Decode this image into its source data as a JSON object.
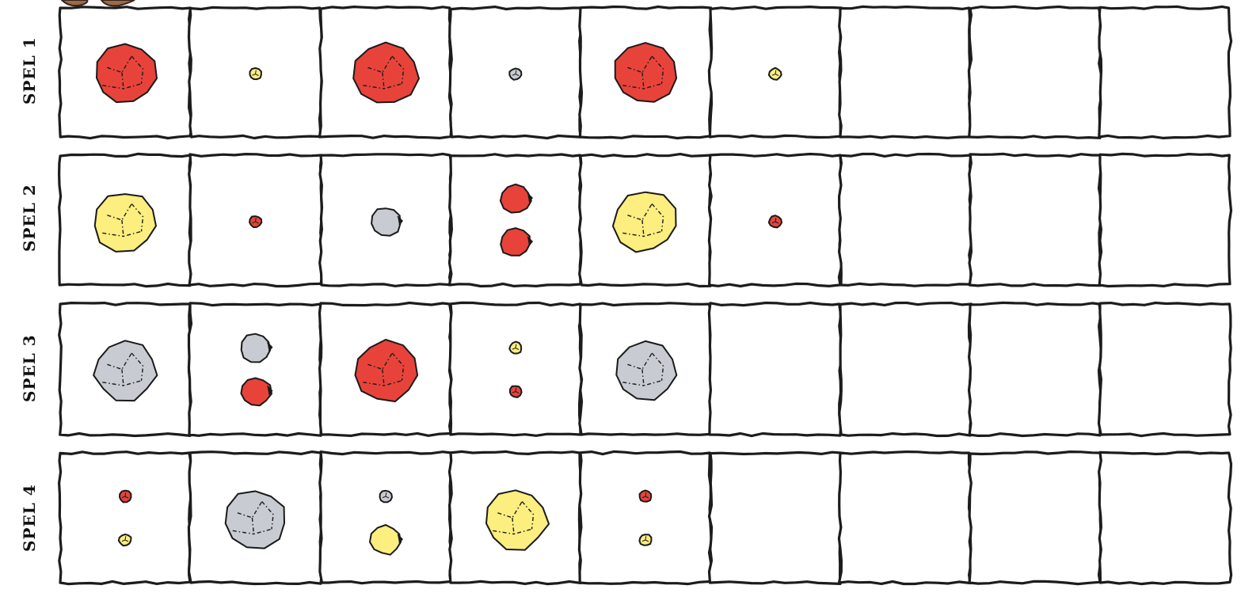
{
  "colors": {
    "red": "#e8433a",
    "yellow": "#fcee7f",
    "gray": "#c8ccd2",
    "frame": "#1c1c1c"
  },
  "rows": [
    {
      "label": "SPEL 1",
      "cells": [
        [
          {
            "size": "large",
            "color": "red"
          }
        ],
        [
          {
            "size": "small",
            "color": "yellow"
          }
        ],
        [
          {
            "size": "large",
            "color": "red"
          }
        ],
        [
          {
            "size": "small",
            "color": "gray"
          }
        ],
        [
          {
            "size": "large",
            "color": "red"
          }
        ],
        [
          {
            "size": "small",
            "color": "yellow"
          }
        ],
        [],
        [],
        []
      ]
    },
    {
      "label": "SPEL 2",
      "cells": [
        [
          {
            "size": "large",
            "color": "yellow"
          }
        ],
        [
          {
            "size": "small",
            "color": "red"
          }
        ],
        [
          {
            "size": "medium",
            "color": "gray"
          }
        ],
        [
          {
            "size": "medium",
            "color": "red"
          },
          {
            "size": "medium",
            "color": "red"
          }
        ],
        [
          {
            "size": "large",
            "color": "yellow"
          }
        ],
        [
          {
            "size": "small",
            "color": "red"
          }
        ],
        [],
        [],
        []
      ]
    },
    {
      "label": "SPEL 3",
      "cells": [
        [
          {
            "size": "large",
            "color": "gray"
          }
        ],
        [
          {
            "size": "medium",
            "color": "gray"
          },
          {
            "size": "medium",
            "color": "red"
          }
        ],
        [
          {
            "size": "large",
            "color": "red"
          }
        ],
        [
          {
            "size": "small",
            "color": "yellow"
          },
          {
            "size": "small",
            "color": "red"
          }
        ],
        [
          {
            "size": "large",
            "color": "gray"
          }
        ],
        [],
        [],
        [],
        []
      ]
    },
    {
      "label": "SPEL 4",
      "cells": [
        [
          {
            "size": "small",
            "color": "red"
          },
          {
            "size": "small",
            "color": "yellow"
          }
        ],
        [
          {
            "size": "large",
            "color": "gray"
          }
        ],
        [
          {
            "size": "small",
            "color": "gray"
          },
          {
            "size": "medium",
            "color": "yellow"
          }
        ],
        [
          {
            "size": "large",
            "color": "yellow"
          }
        ],
        [
          {
            "size": "small",
            "color": "red"
          },
          {
            "size": "small",
            "color": "yellow"
          }
        ],
        [],
        [],
        [],
        []
      ]
    }
  ]
}
